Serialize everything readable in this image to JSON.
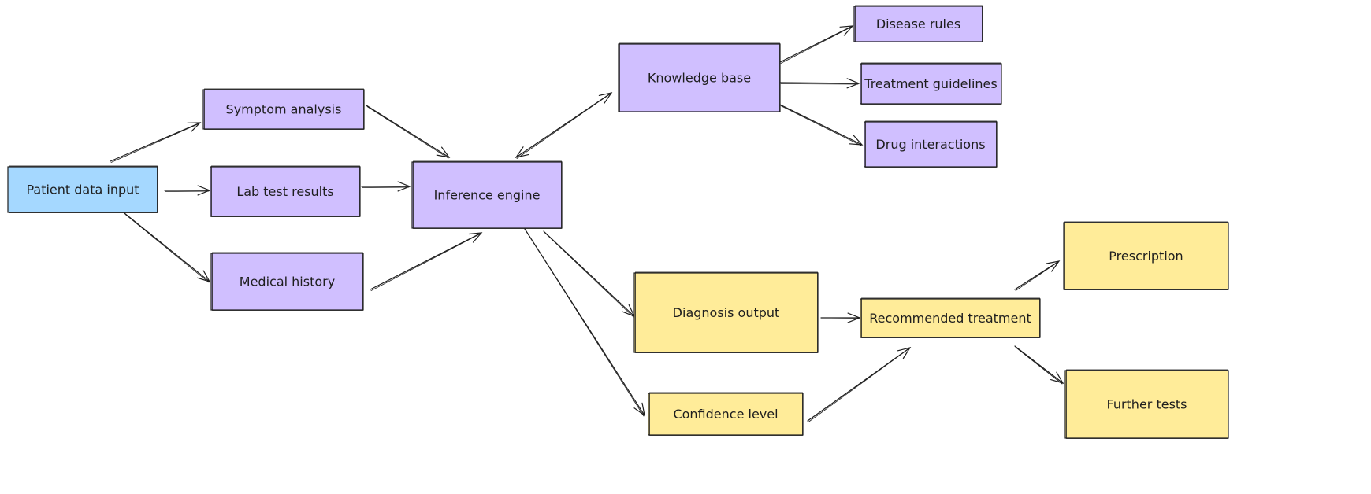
{
  "colors": {
    "input": "#a5d8ff",
    "process": "#d0bfff",
    "output": "#ffec99",
    "stroke": "#1e1e1e"
  },
  "nodes": [
    {
      "id": "patient_data_input",
      "label": "Patient data input",
      "category": "input"
    },
    {
      "id": "symptom_analysis",
      "label": "Symptom analysis",
      "category": "process"
    },
    {
      "id": "lab_test_results",
      "label": "Lab test results",
      "category": "process"
    },
    {
      "id": "medical_history",
      "label": "Medical history",
      "category": "process"
    },
    {
      "id": "inference_engine",
      "label": "Inference engine",
      "category": "process"
    },
    {
      "id": "knowledge_base",
      "label": "Knowledge base",
      "category": "process"
    },
    {
      "id": "disease_rules",
      "label": "Disease rules",
      "category": "process"
    },
    {
      "id": "treatment_guidelines",
      "label": "Treatment guidelines",
      "category": "process"
    },
    {
      "id": "drug_interactions",
      "label": "Drug interactions",
      "category": "process"
    },
    {
      "id": "diagnosis_output",
      "label": "Diagnosis output",
      "category": "output"
    },
    {
      "id": "confidence_level",
      "label": "Confidence level",
      "category": "output"
    },
    {
      "id": "recommended_treatment",
      "label": "Recommended treatment",
      "category": "output"
    },
    {
      "id": "prescription",
      "label": "Prescription",
      "category": "output"
    },
    {
      "id": "further_tests",
      "label": "Further tests",
      "category": "output"
    }
  ],
  "edges": [
    {
      "from": "patient_data_input",
      "to": "symptom_analysis"
    },
    {
      "from": "patient_data_input",
      "to": "lab_test_results"
    },
    {
      "from": "patient_data_input",
      "to": "medical_history"
    },
    {
      "from": "symptom_analysis",
      "to": "inference_engine"
    },
    {
      "from": "lab_test_results",
      "to": "inference_engine"
    },
    {
      "from": "medical_history",
      "to": "inference_engine"
    },
    {
      "from": "inference_engine",
      "to": "knowledge_base",
      "bidirectional": true
    },
    {
      "from": "knowledge_base",
      "to": "disease_rules"
    },
    {
      "from": "knowledge_base",
      "to": "treatment_guidelines"
    },
    {
      "from": "knowledge_base",
      "to": "drug_interactions"
    },
    {
      "from": "inference_engine",
      "to": "diagnosis_output"
    },
    {
      "from": "inference_engine",
      "to": "confidence_level"
    },
    {
      "from": "diagnosis_output",
      "to": "recommended_treatment"
    },
    {
      "from": "confidence_level",
      "to": "recommended_treatment"
    },
    {
      "from": "recommended_treatment",
      "to": "prescription"
    },
    {
      "from": "recommended_treatment",
      "to": "further_tests"
    }
  ]
}
